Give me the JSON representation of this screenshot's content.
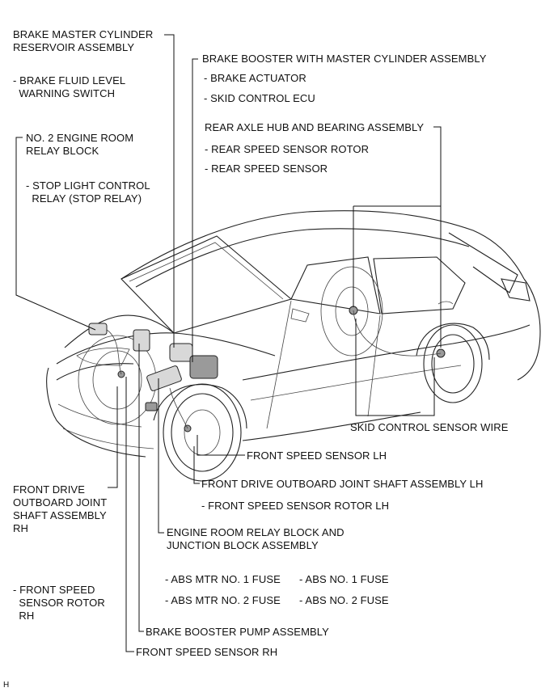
{
  "labels": {
    "master_cyl_reservoir": "BRAKE MASTER CYLINDER\nRESERVOIR ASSEMBLY",
    "fluid_level_switch": "- BRAKE FLUID LEVEL\n  WARNING SWITCH",
    "booster_master_cyl": "BRAKE BOOSTER WITH MASTER CYLINDER ASSEMBLY",
    "brake_actuator": "- BRAKE ACTUATOR",
    "skid_control_ecu": "- SKID CONTROL ECU",
    "rear_axle_hub": "REAR AXLE HUB AND BEARING ASSEMBLY",
    "rear_speed_sensor_rotor": "- REAR SPEED SENSOR ROTOR",
    "rear_speed_sensor": "- REAR SPEED SENSOR",
    "no2_relay_block": "NO. 2 ENGINE ROOM\nRELAY BLOCK",
    "stop_light_relay": "- STOP LIGHT CONTROL\n  RELAY (STOP RELAY)",
    "skid_control_sensor_wire": "SKID CONTROL SENSOR WIRE",
    "front_speed_sensor_lh": "FRONT SPEED SENSOR LH",
    "front_drive_shaft_lh": "FRONT DRIVE OUTBOARD JOINT SHAFT ASSEMBLY LH",
    "front_speed_sensor_rotor_lh": "- FRONT SPEED SENSOR ROTOR LH",
    "front_drive_shaft_rh": "FRONT DRIVE\nOUTBOARD JOINT\nSHAFT ASSEMBLY\nRH",
    "engine_room_relay_block": "ENGINE ROOM RELAY BLOCK AND\nJUNCTION BLOCK ASSEMBLY",
    "abs_mtr_no1_fuse": "- ABS MTR NO. 1 FUSE",
    "abs_no1_fuse": "- ABS NO. 1 FUSE",
    "abs_mtr_no2_fuse": "- ABS MTR NO. 2 FUSE",
    "abs_no2_fuse": "- ABS NO. 2 FUSE",
    "front_speed_sensor_rotor_rh": "- FRONT SPEED\n  SENSOR ROTOR\n  RH",
    "brake_booster_pump": "BRAKE BOOSTER PUMP ASSEMBLY",
    "front_speed_sensor_rh": "FRONT SPEED SENSOR RH",
    "figure_code": "H"
  }
}
